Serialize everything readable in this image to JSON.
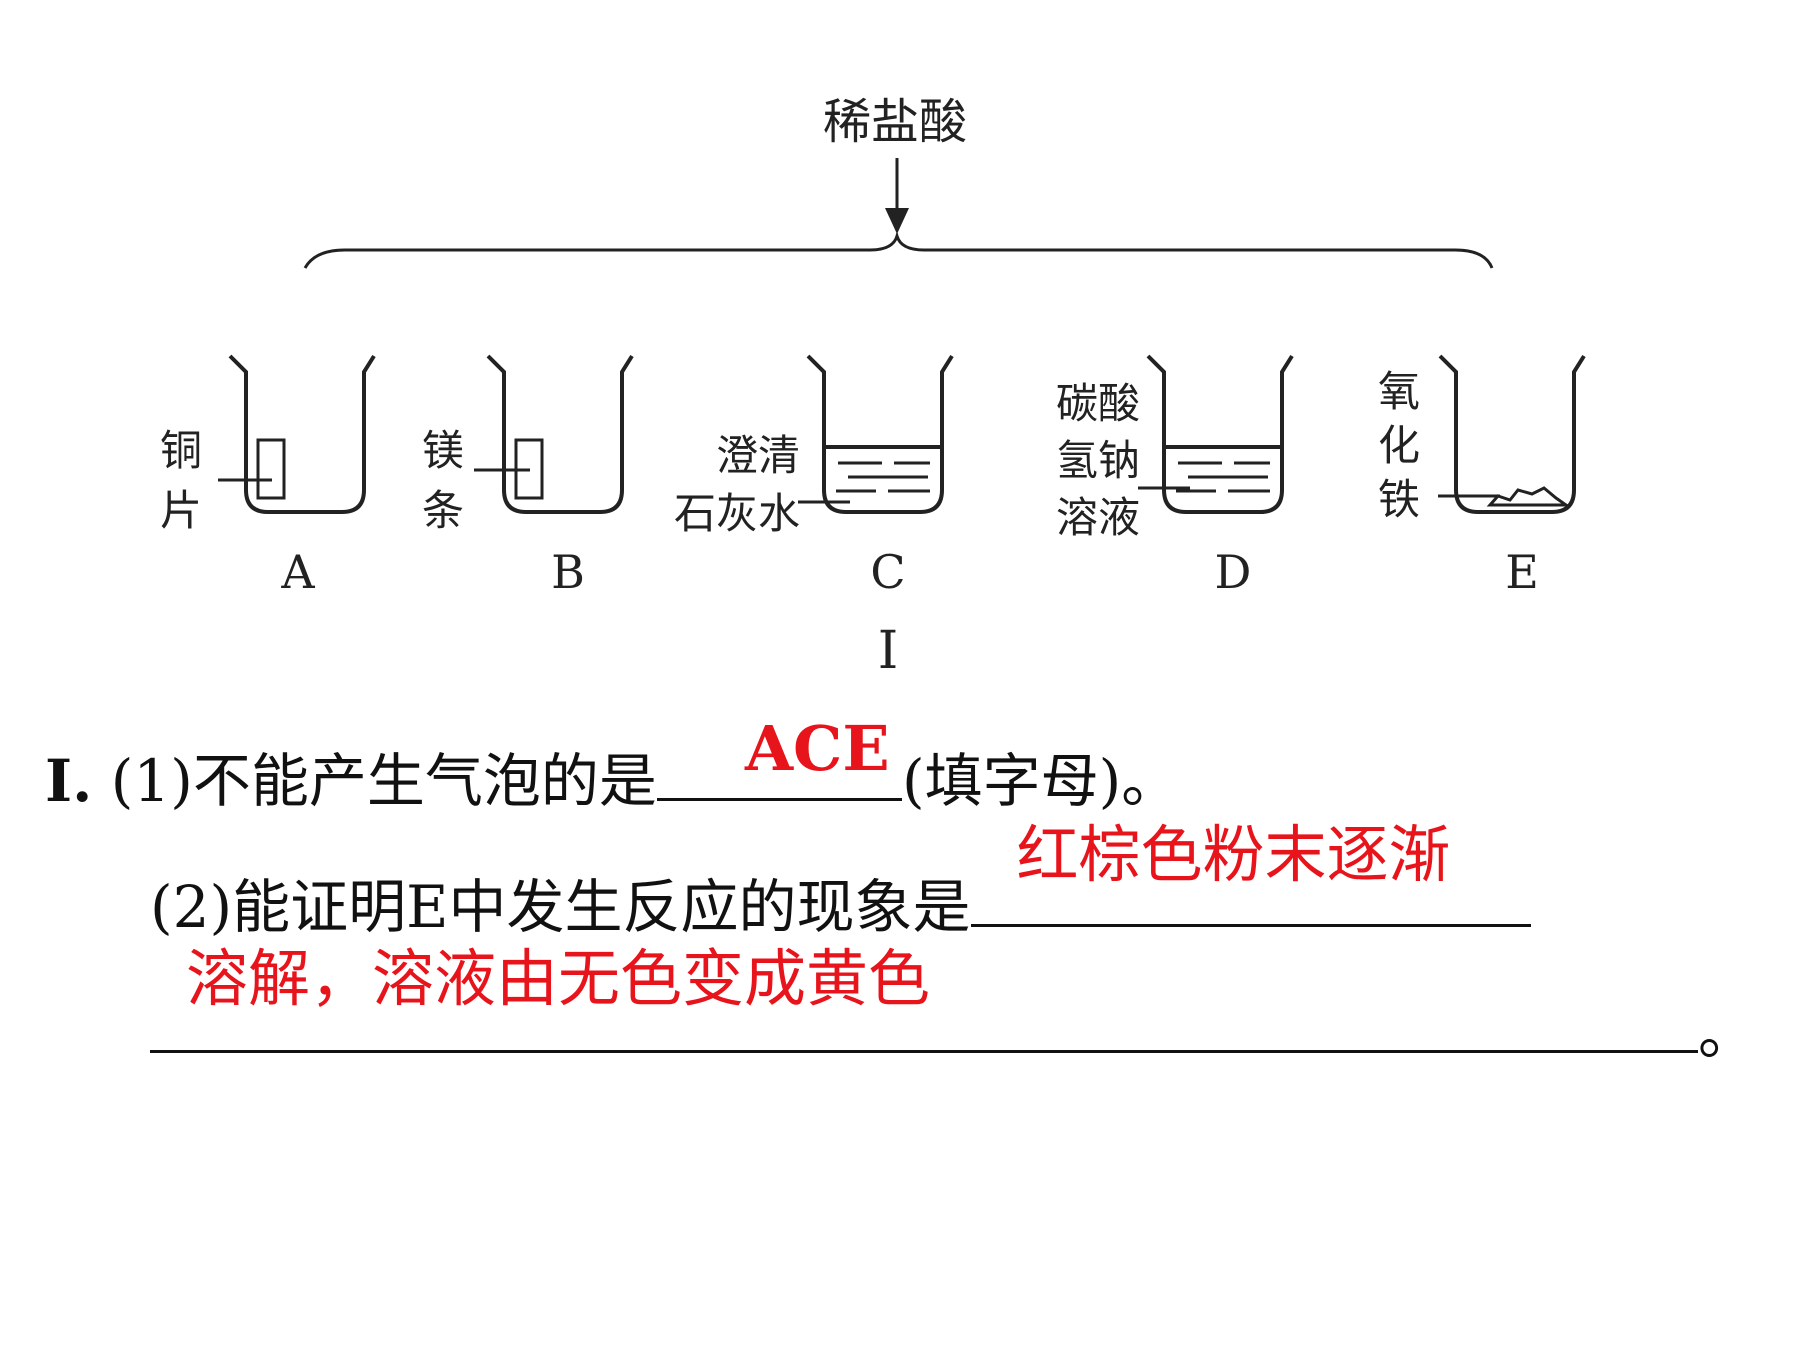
{
  "diagram": {
    "reagent_label": "稀盐酸",
    "figure_label": "I",
    "beakers": [
      {
        "letter": "A",
        "material_lines": [
          "铜",
          "片"
        ]
      },
      {
        "letter": "B",
        "material_lines": [
          "镁",
          "条"
        ]
      },
      {
        "letter": "C",
        "material_lines": [
          "澄清",
          "石灰水"
        ]
      },
      {
        "letter": "D",
        "material_lines": [
          "碳酸",
          "氢钠",
          "溶液"
        ]
      },
      {
        "letter": "E",
        "material_lines": [
          "氧",
          "化",
          "铁"
        ]
      }
    ]
  },
  "questions": {
    "part_label": "I.",
    "q1_prefix": "(1)不能产生气泡的是",
    "q1_answer": "ACE",
    "q1_suffix": "(填字母)。",
    "q2_prefix": "(2)能证明E中发生反应的现象是",
    "q2_answer_line1": "红棕色粉末逐渐",
    "q2_answer_line2": "溶解，溶液由无色变成黄色",
    "q2_end": "。"
  },
  "colors": {
    "answer": "#e8141b",
    "ink": "#1a1a1a"
  }
}
